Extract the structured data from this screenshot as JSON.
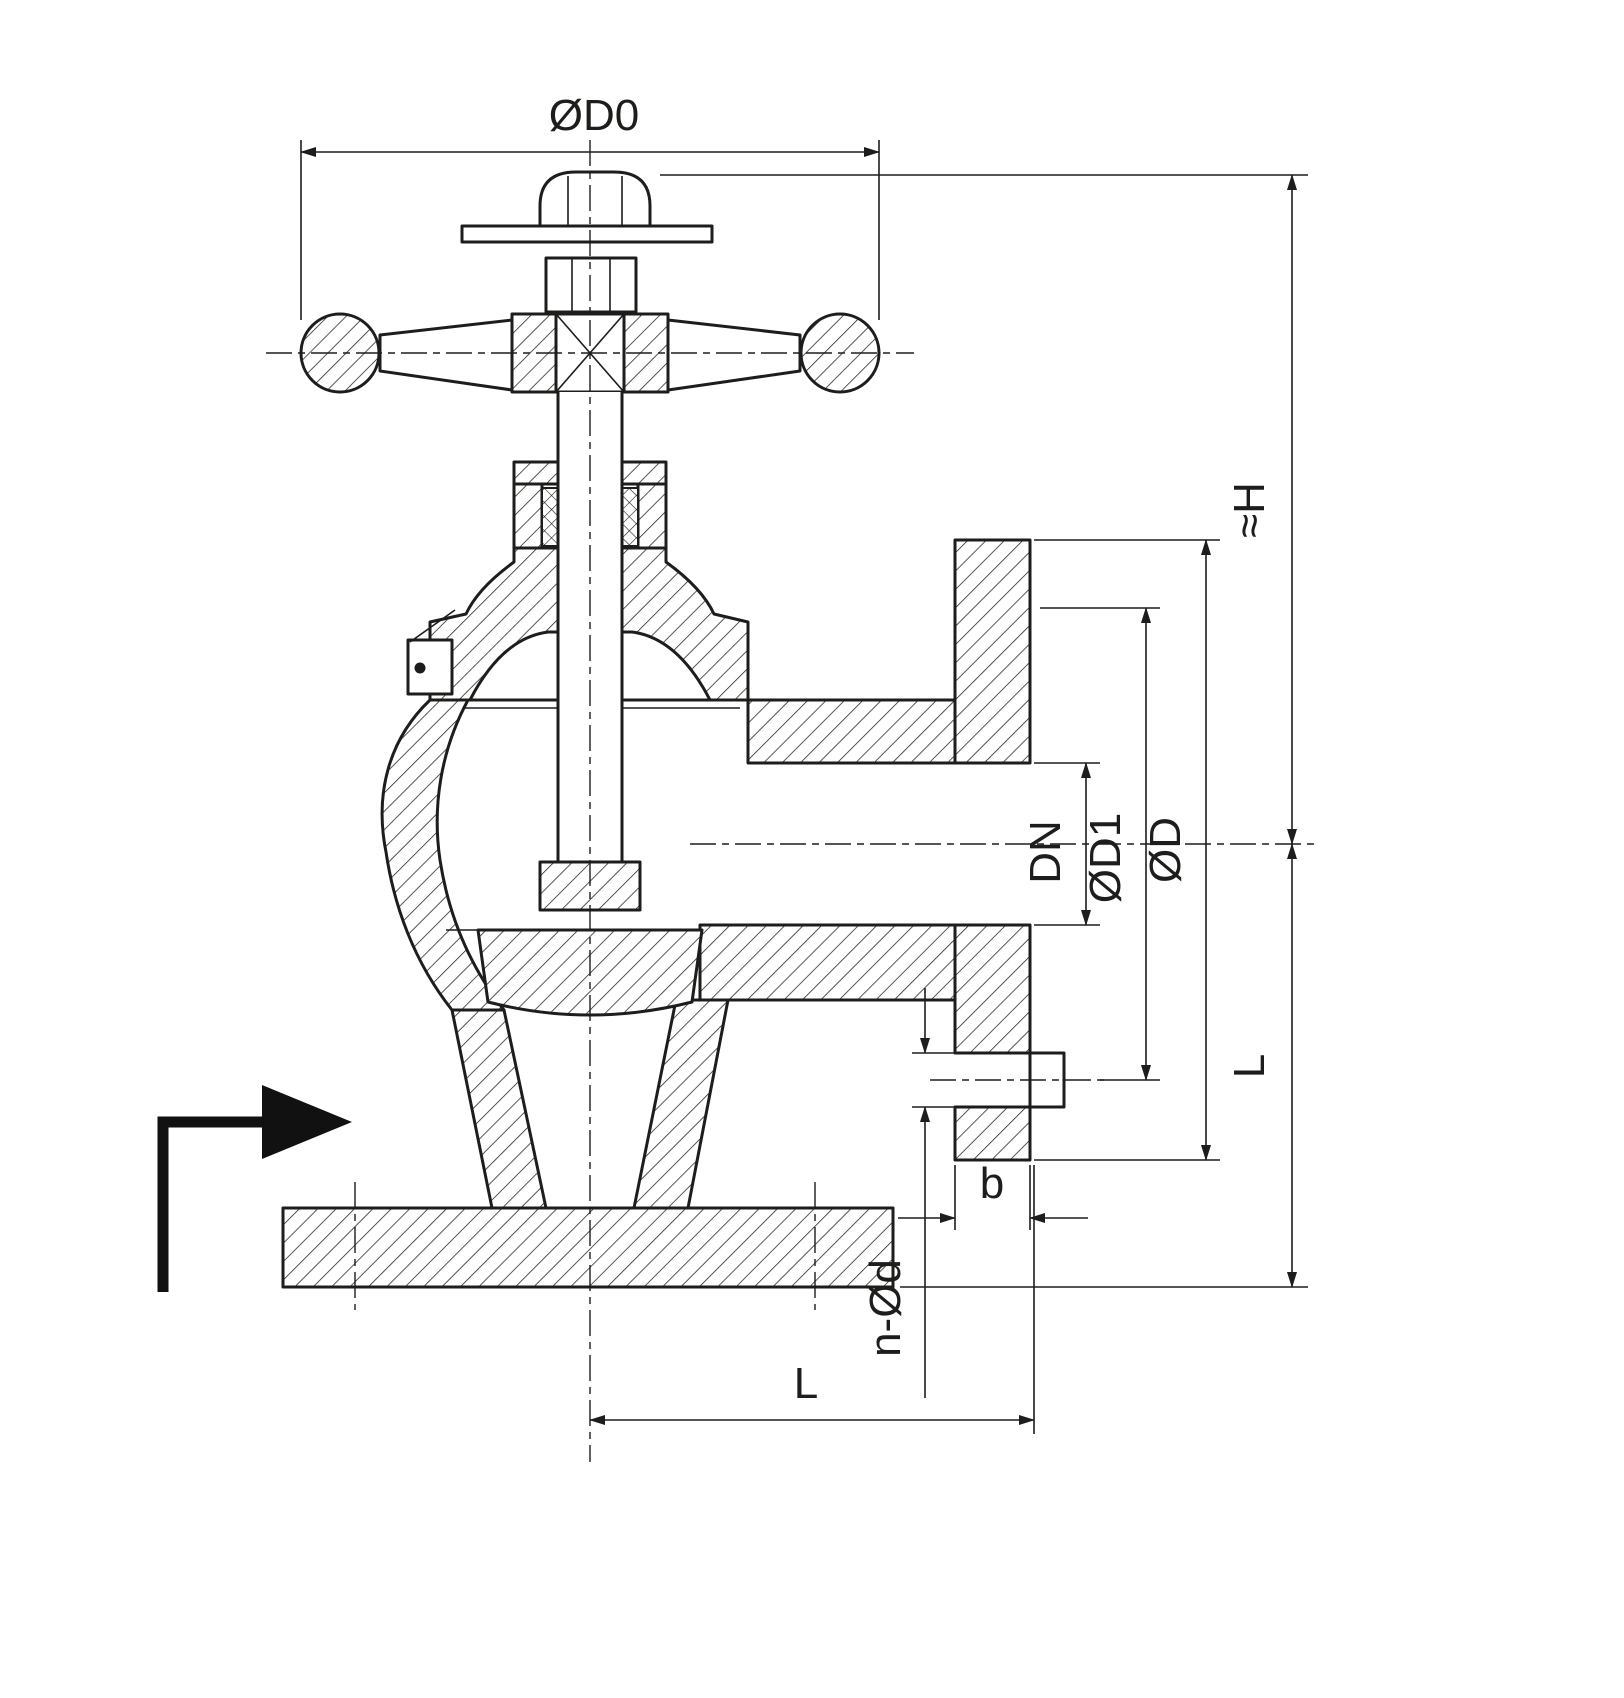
{
  "drawing": {
    "type": "technical-section-drawing",
    "subject": "flanged-angle-globe-valve",
    "background": "#ffffff",
    "line_color": "#1d1d1b",
    "labels": {
      "handwheel_diameter": "ØD0",
      "overall_height": "≈H",
      "nominal_bore": "DN",
      "bolt_circle_diameter": "ØD1",
      "flange_outside_diameter": "ØD",
      "face_to_center_right": "L",
      "flange_thickness": "b",
      "bolt_holes": "n-Ød",
      "center_to_face_bottom": "L"
    },
    "flow_direction": "right"
  }
}
